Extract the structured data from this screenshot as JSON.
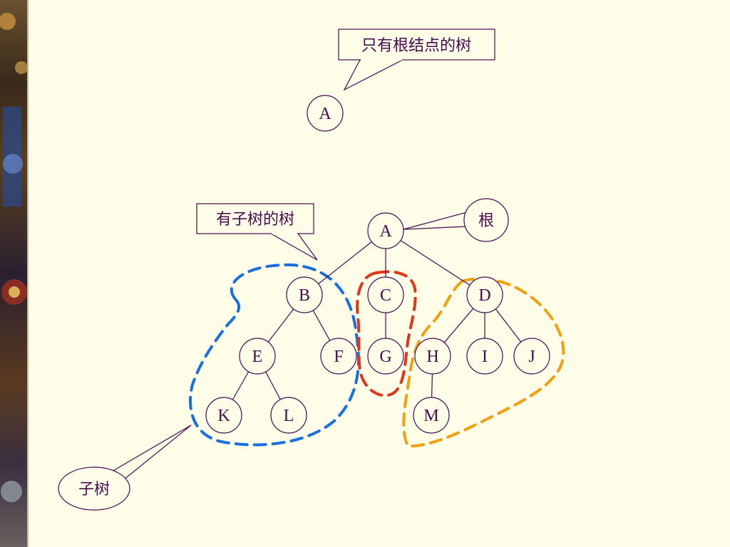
{
  "callouts": {
    "root_only_tree": "只有根结点的树",
    "tree_with_subtrees": "有子树的树",
    "root": "根",
    "subtree": "子树"
  },
  "single_node": "A",
  "tree": {
    "nodes": [
      "A",
      "B",
      "C",
      "D",
      "E",
      "F",
      "G",
      "H",
      "I",
      "J",
      "K",
      "L",
      "M"
    ],
    "edges": [
      [
        "A",
        "B"
      ],
      [
        "A",
        "C"
      ],
      [
        "A",
        "D"
      ],
      [
        "B",
        "E"
      ],
      [
        "B",
        "F"
      ],
      [
        "C",
        "G"
      ],
      [
        "D",
        "H"
      ],
      [
        "D",
        "I"
      ],
      [
        "D",
        "J"
      ],
      [
        "E",
        "K"
      ],
      [
        "E",
        "L"
      ],
      [
        "H",
        "M"
      ]
    ]
  },
  "colors": {
    "background": "#fefde8",
    "ink": "#4a0a50",
    "subtree_b": "#1a6fe0",
    "subtree_c": "#e2361a",
    "subtree_d": "#f0a010"
  }
}
